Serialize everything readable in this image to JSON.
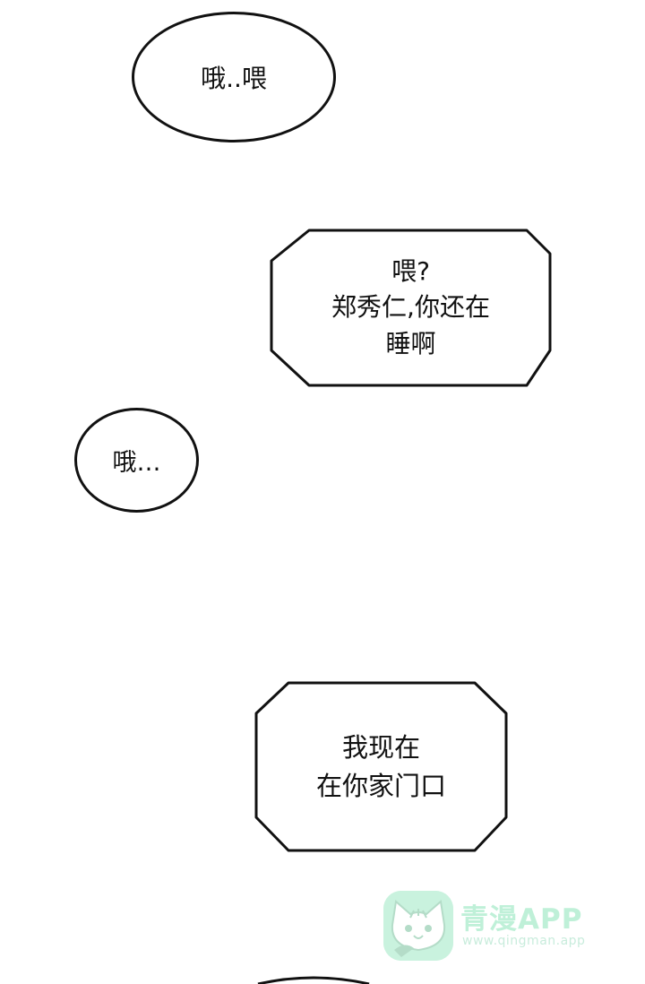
{
  "bubbles": [
    {
      "shape": "ellipse",
      "lines": [
        "哦..喂"
      ]
    },
    {
      "shape": "octagon",
      "lines": [
        "喂?",
        "郑秀仁,你还在",
        "睡啊"
      ]
    },
    {
      "shape": "ellipse",
      "lines": [
        "哦…"
      ]
    },
    {
      "shape": "octagon",
      "lines": [
        "我现在",
        "在你家门口"
      ]
    }
  ],
  "watermark": {
    "title": "青漫APP",
    "url": "www.qingman.app",
    "icon": "cat-face-icon",
    "color": "#c9f2de"
  },
  "colors": {
    "ink": "#111111",
    "background": "#ffffff"
  }
}
